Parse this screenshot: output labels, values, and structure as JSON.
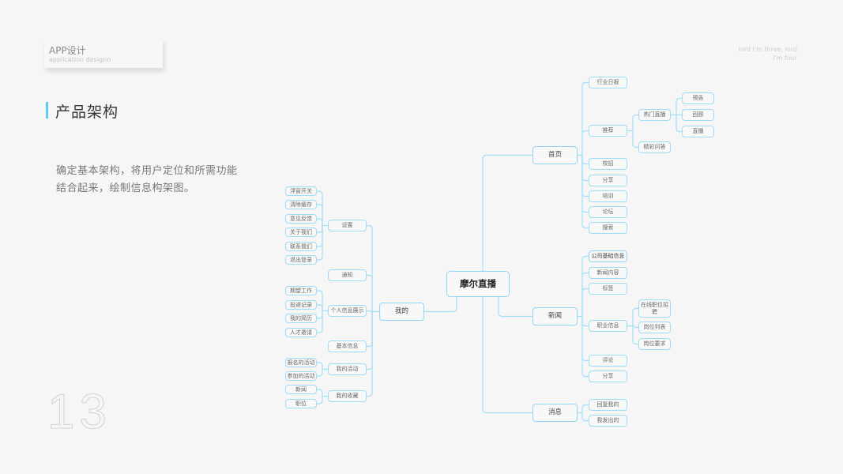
{
  "header": {
    "badge_title": "APP设计",
    "badge_subtitle": "application designn",
    "top_right_line1": "lord I'm three, lord",
    "top_right_line2": "I'm four"
  },
  "section": {
    "title": "产品架构",
    "description": "确定基本架构，将用户定位和所需功能结合起来，绘制信息构架图。",
    "accent_color": "#5ecbf6"
  },
  "page_number": "13",
  "colors": {
    "line": "#a6def7",
    "node_border": "#9fdcf6"
  },
  "mindmap": {
    "root": "摩尔直播",
    "right": [
      {
        "label": "首页",
        "children": [
          {
            "label": "行业日报"
          },
          {
            "label": "推荐",
            "children": [
              {
                "label": "热门直播",
                "children": [
                  {
                    "label": "预告"
                  },
                  {
                    "label": "回顾"
                  },
                  {
                    "label": "直播"
                  }
                ]
              },
              {
                "label": "精彩问答"
              }
            ]
          },
          {
            "label": "校招"
          },
          {
            "label": "分享"
          },
          {
            "label": "培训"
          },
          {
            "label": "论坛"
          },
          {
            "label": "搜索"
          }
        ]
      },
      {
        "label": "新闻",
        "children": [
          {
            "label": "公司基础信息"
          },
          {
            "label": "新闻内容"
          },
          {
            "label": "标签"
          },
          {
            "label": "职业信息",
            "children": [
              {
                "label": "在线职位招聘"
              },
              {
                "label": "岗位列表"
              },
              {
                "label": "岗位要求"
              }
            ]
          },
          {
            "label": "评论"
          },
          {
            "label": "分享"
          }
        ]
      },
      {
        "label": "消息",
        "children": [
          {
            "label": "回复我的"
          },
          {
            "label": "我发出的"
          }
        ]
      }
    ],
    "left": [
      {
        "label": "我的",
        "children": [
          {
            "label": "设置",
            "children": [
              {
                "label": "浮窗开关"
              },
              {
                "label": "清除缓存"
              },
              {
                "label": "意见反馈"
              },
              {
                "label": "关于我们"
              },
              {
                "label": "联系我们"
              },
              {
                "label": "退出登录"
              }
            ]
          },
          {
            "label": "通知"
          },
          {
            "label": "个人信息展示",
            "children": [
              {
                "label": "期望工作"
              },
              {
                "label": "投递记录"
              },
              {
                "label": "我的简历"
              },
              {
                "label": "人才邀请"
              }
            ]
          },
          {
            "label": "基本信息"
          },
          {
            "label": "我的活动",
            "children": [
              {
                "label": "报名的活动"
              },
              {
                "label": "参加的活动"
              }
            ]
          },
          {
            "label": "我的收藏",
            "children": [
              {
                "label": "新闻"
              },
              {
                "label": "职位"
              }
            ]
          }
        ]
      }
    ]
  }
}
